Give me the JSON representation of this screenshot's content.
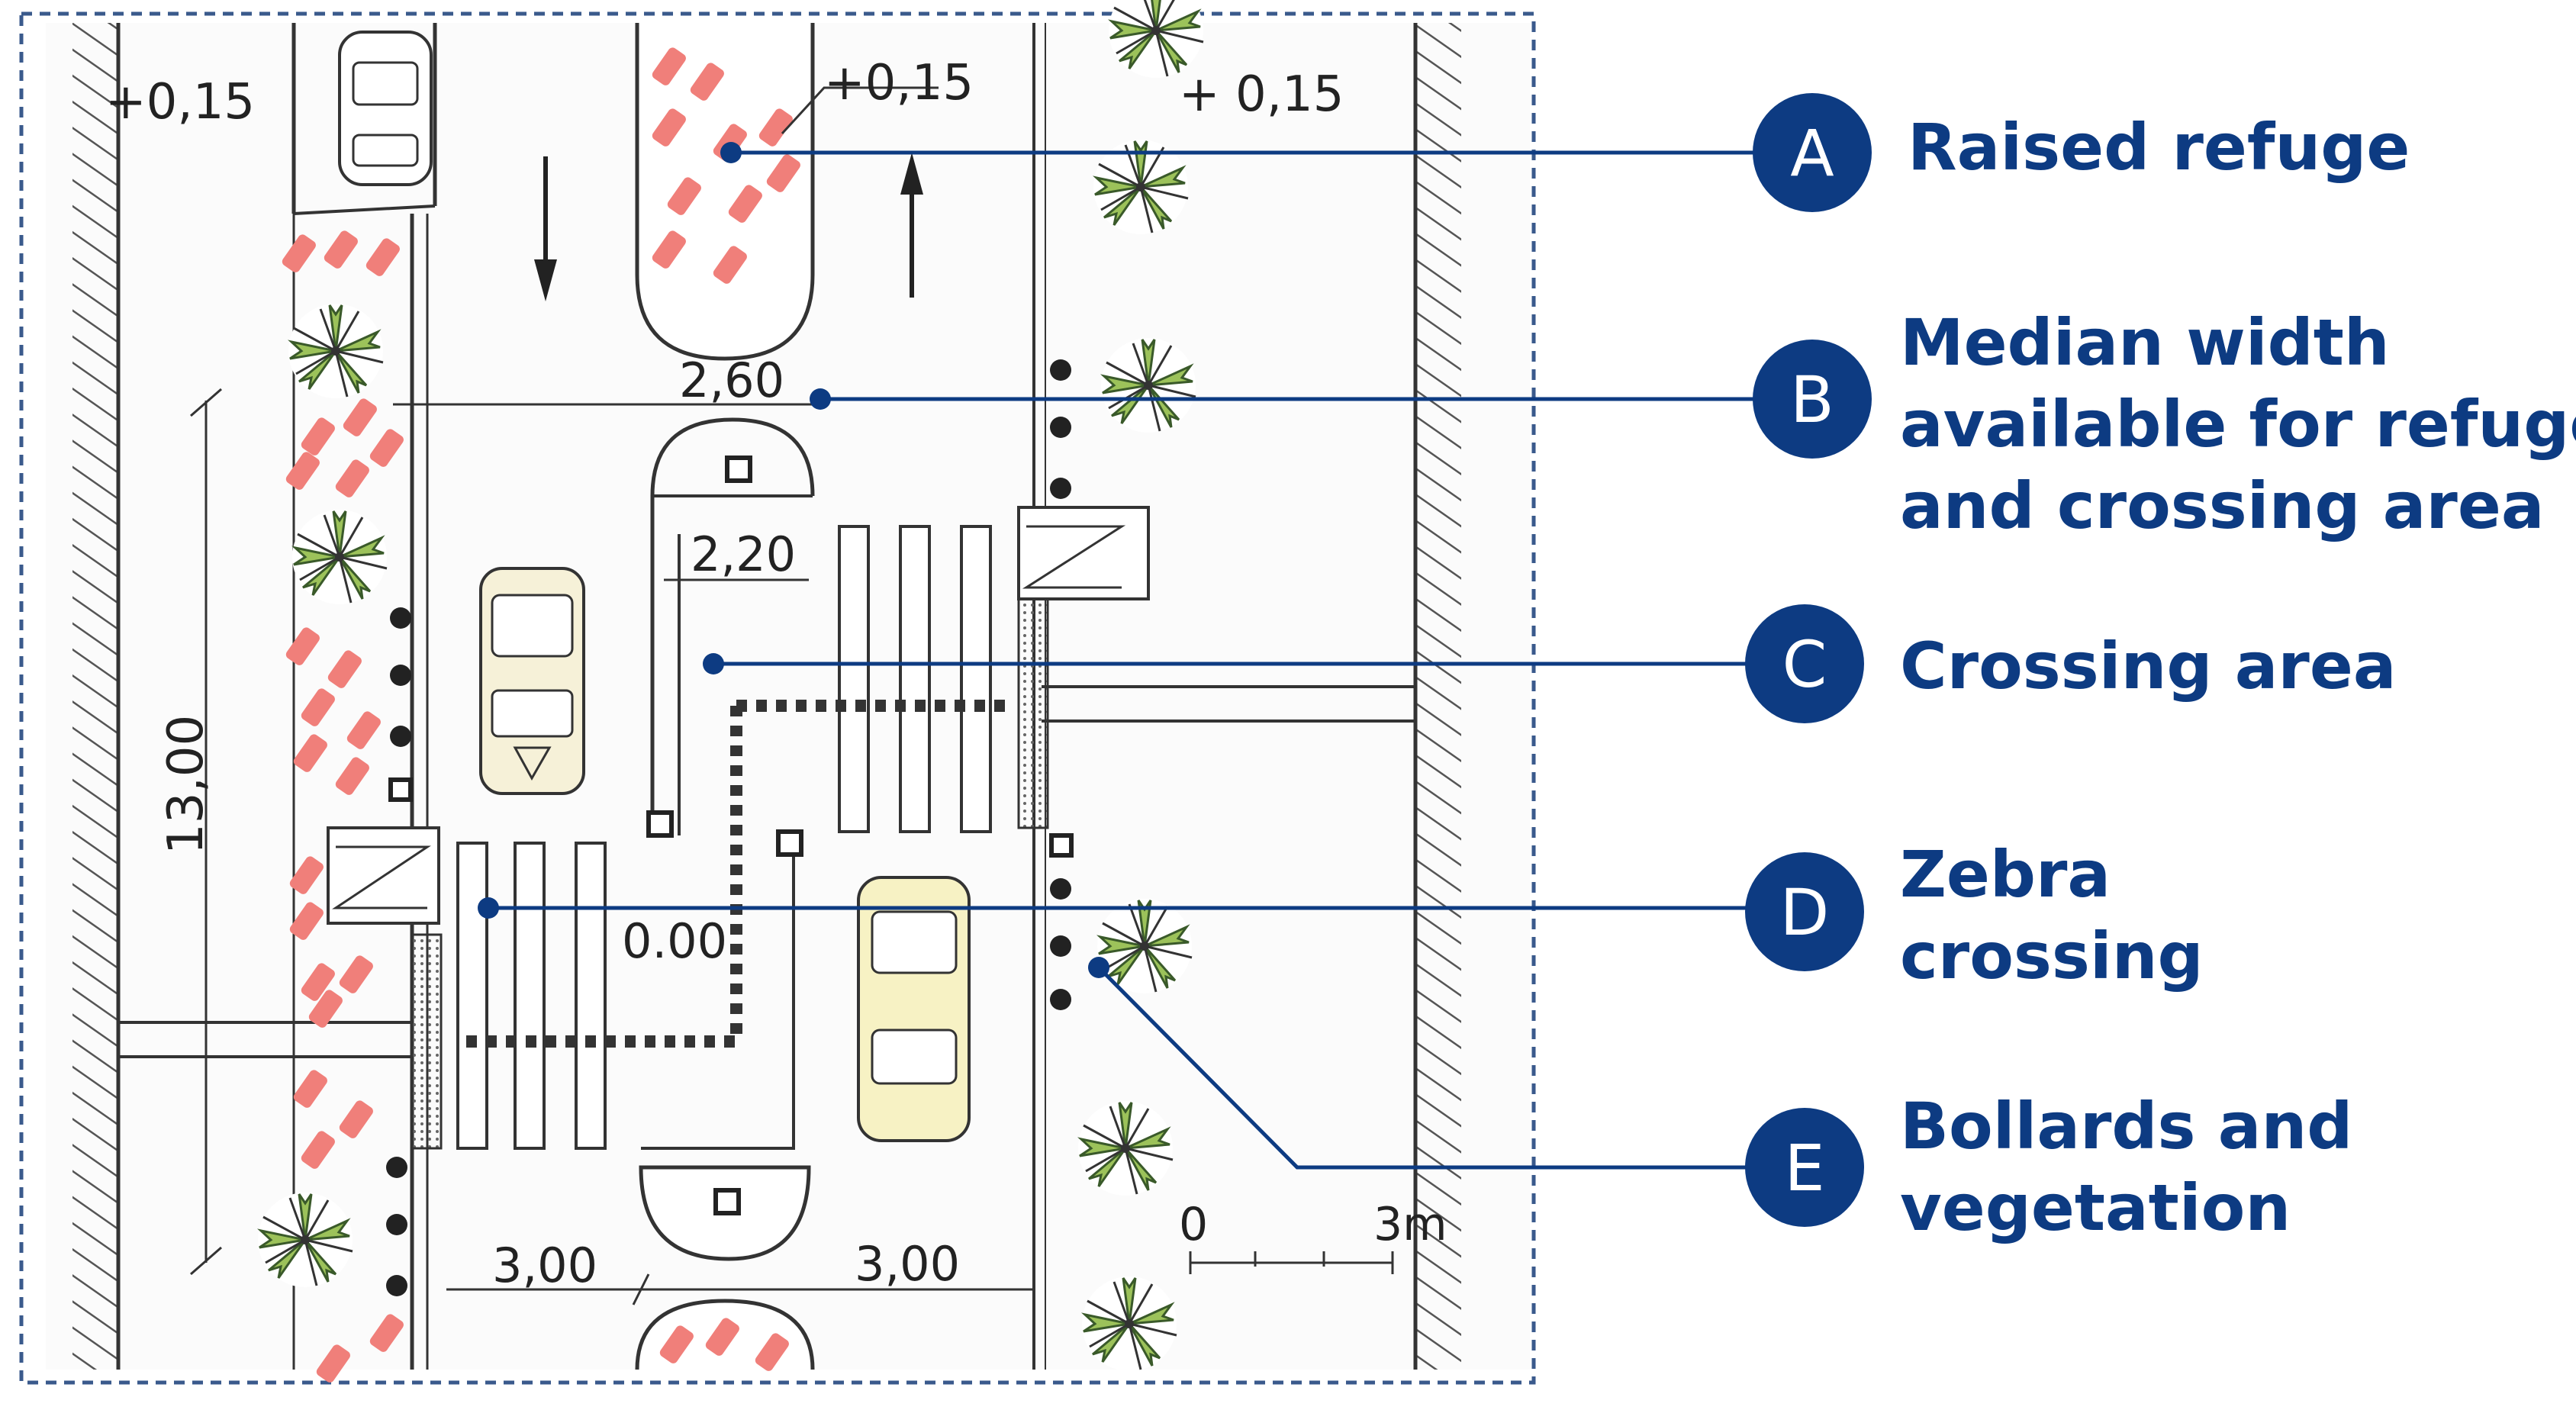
{
  "plan": {
    "dims": {
      "level_left": "+0,15",
      "level_median": "+0,15",
      "level_right": "+ 0,15",
      "median_width": "2,60",
      "refuge_width": "2,20",
      "road_level": "0.00",
      "length": "13,00",
      "lane_left": "3,00",
      "lane_right": "3,00"
    },
    "scale": {
      "zero": "0",
      "end": "3m"
    }
  },
  "labels": [
    {
      "letter": "A",
      "lines": [
        "Raised refuge"
      ]
    },
    {
      "letter": "B",
      "lines": [
        "Median width",
        "available for refuge",
        "and crossing area"
      ]
    },
    {
      "letter": "C",
      "lines": [
        "Crossing area"
      ]
    },
    {
      "letter": "D",
      "lines": [
        "Zebra",
        "crossing"
      ]
    },
    {
      "letter": "E",
      "lines": [
        "Bollards and",
        "vegetation"
      ]
    }
  ],
  "colors": {
    "accent": "#0d3b82",
    "border": "#3a5a8c",
    "paving_red": "#f07f7a",
    "vegetation_green": "#9cc25a",
    "car_yellow": "#f7f2c4"
  },
  "icons": [
    "car-icon",
    "tree-icon",
    "bollard-icon",
    "arrow-down-icon",
    "arrow-up-icon"
  ]
}
